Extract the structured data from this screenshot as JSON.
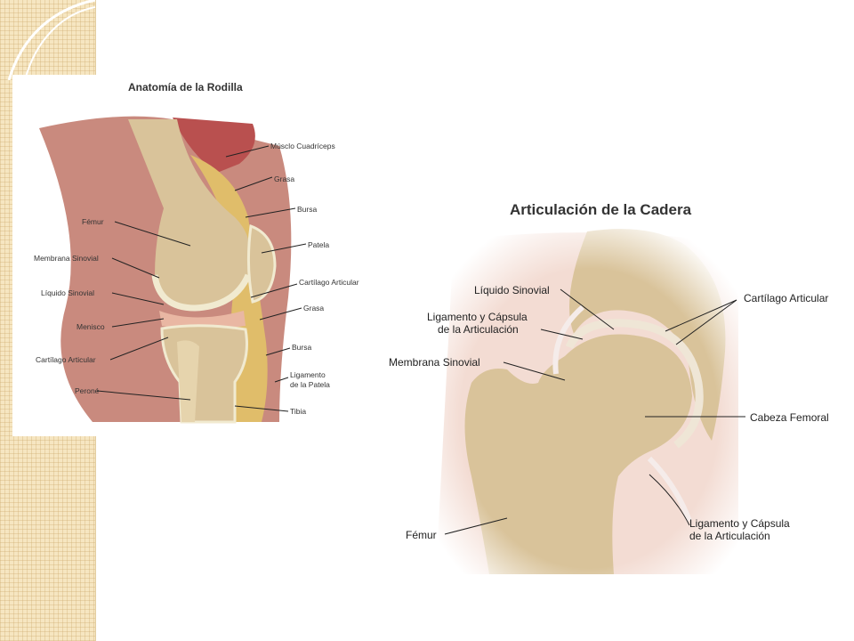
{
  "knee": {
    "title": "Anatomía de la Rodilla",
    "labels": {
      "musculo_cuadriceps": "Músclo Cuadríceps",
      "grasa_top": "Grasa",
      "bursa_top": "Bursa",
      "femur": "Fémur",
      "patela": "Patela",
      "membrana_sinovial": "Membrana Sinovial",
      "cartilago_articular_right": "Cartílago Articular",
      "liquido_sinovial": "Líquido Sinovial",
      "grasa_mid": "Grasa",
      "menisco": "Menisco",
      "bursa_bottom": "Bursa",
      "cartilago_articular_left": "Cartílago Articular",
      "ligamento_line1": "Ligamento",
      "ligamento_line2": "de la Patela",
      "perone": "Peroné",
      "tibia": "Tibia"
    }
  },
  "hip": {
    "title": "Articulación de la Cadera",
    "labels": {
      "liquido_sinovial": "Líquido Sinovial",
      "cartilago_articular": "Cartílago Articular",
      "ligamento_top_line1": "Ligamento y Cápsula",
      "ligamento_top_line2": "de la Articulación",
      "membrana_sinovial": "Membrana Sinovial",
      "cabeza_femoral": "Cabeza Femoral",
      "femur": "Fémur",
      "ligamento_bottom_line1": "Ligamento y Cápsula",
      "ligamento_bottom_line2": "de la Articulación"
    }
  },
  "colors": {
    "strip": "#f6e6c1",
    "bone": "#d9c39a",
    "muscle": "#b9504f",
    "skin": "#c98a7e",
    "cartilage": "#f1ead0",
    "fat": "#e0bd6a"
  }
}
